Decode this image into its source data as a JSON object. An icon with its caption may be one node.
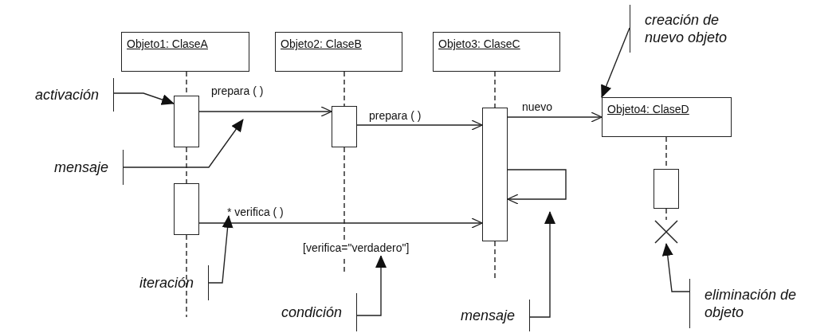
{
  "diagram": {
    "nodes": [
      {
        "text": [
          "Objeto1: ClaseA"
        ]
      },
      {
        "text": [
          "Objeto2: ClaseB"
        ]
      },
      {
        "text": [
          "Objeto3: ClaseC"
        ]
      },
      {
        "text": [
          "Objeto4: ClaseD"
        ]
      },
      {
        "text": [],
        "shape": "bar"
      },
      {
        "text": [],
        "shape": "bar"
      },
      {
        "text": [],
        "shape": "bar"
      },
      {
        "text": [],
        "shape": "bar"
      },
      {
        "text": [],
        "shape": "bar"
      },
      {
        "text": [],
        "shape": "cross"
      },
      {
        "text": [
          "activación"
        ]
      },
      {
        "text": [
          "mensaje"
        ]
      },
      {
        "text": [
          "creación de nuevo objeto"
        ]
      },
      {
        "text": [
          "iteración"
        ]
      },
      {
        "text": [
          "condición"
        ]
      },
      {
        "text": [
          "mensaje"
        ]
      },
      {
        "text": [
          "eliminación de objeto"
        ]
      },
      {
        "text": [
          "[verifica=\"verdadero\"]"
        ]
      }
    ],
    "edges": [
      {
        "from": 0,
        "to": 4,
        "arrow": "none",
        "style": "dashed"
      },
      {
        "from": 4,
        "to": 7,
        "arrow": "none",
        "style": "dashed"
      },
      {
        "from": 7,
        "to": null,
        "arrow": "none",
        "style": "dashed"
      },
      {
        "from": 1,
        "to": 5,
        "arrow": "none",
        "style": "dashed"
      },
      {
        "from": 5,
        "to": null,
        "arrow": "none",
        "style": "dashed"
      },
      {
        "from": 2,
        "to": 6,
        "arrow": "none",
        "style": "dashed"
      },
      {
        "from": 6,
        "to": null,
        "arrow": "none",
        "style": "dashed"
      },
      {
        "from": 3,
        "to": 8,
        "arrow": "none",
        "style": "dashed"
      },
      {
        "from": 8,
        "to": 9,
        "arrow": "none",
        "style": "dashed"
      },
      {
        "from": 4,
        "to": 5,
        "arrow": "to",
        "label": "prepara ( )"
      },
      {
        "from": 5,
        "to": 6,
        "arrow": "to",
        "label": "prepara ( )"
      },
      {
        "from": 6,
        "to": 3,
        "arrow": "to",
        "label": "nuevo"
      },
      {
        "from": 6,
        "to": 6,
        "arrow": "to"
      },
      {
        "from": 7,
        "to": 6,
        "arrow": "to",
        "label": "* verifica ( )"
      },
      {
        "from": 10,
        "to": 4,
        "arrow": "to"
      },
      {
        "from": 11,
        "to": null,
        "arrow": "to"
      },
      {
        "from": 12,
        "to": 3,
        "arrow": "to"
      },
      {
        "from": 13,
        "to": null,
        "arrow": "to"
      },
      {
        "from": 14,
        "to": 17,
        "arrow": "to"
      },
      {
        "from": 15,
        "to": null,
        "arrow": "to"
      },
      {
        "from": 16,
        "to": 9,
        "arrow": "to"
      }
    ]
  }
}
